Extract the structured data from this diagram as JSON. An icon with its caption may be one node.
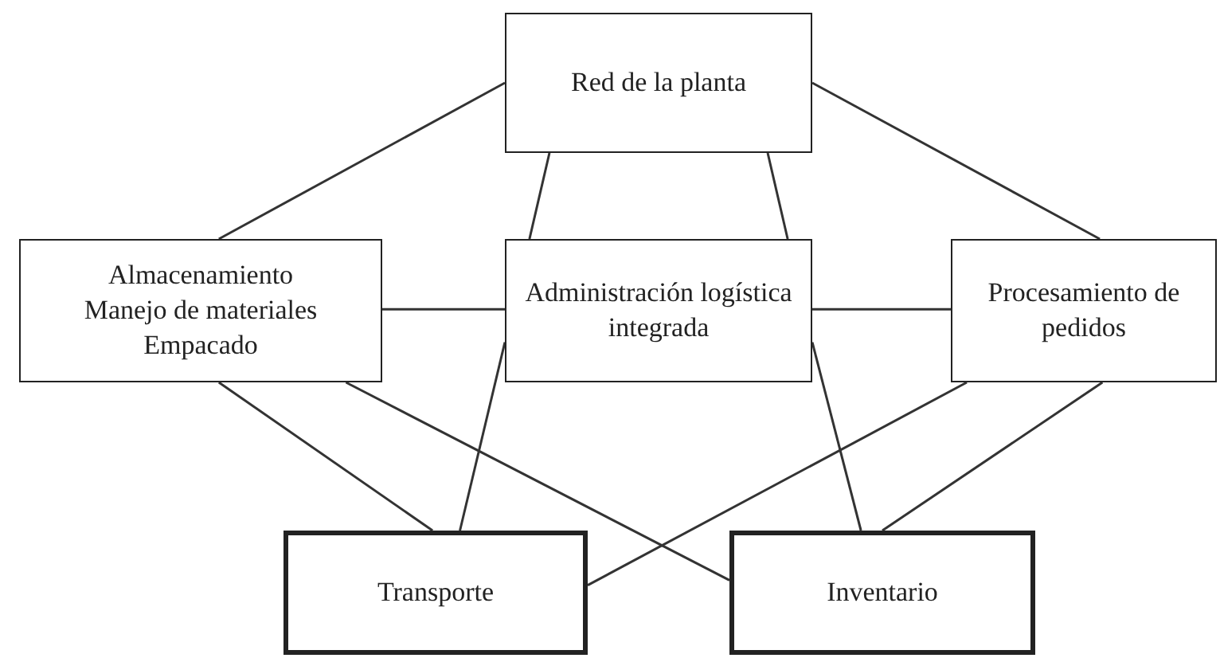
{
  "diagram": {
    "nodes": [
      {
        "text": [
          "Red de la planta"
        ]
      },
      {
        "text": [
          "Almacenamiento",
          "Manejo de materiales",
          "Empacado"
        ]
      },
      {
        "text": [
          "Administración logística integrada"
        ]
      },
      {
        "text": [
          "Procesamiento de pedidos"
        ]
      },
      {
        "text": [
          "Transporte"
        ]
      },
      {
        "text": [
          "Inventario"
        ]
      }
    ],
    "edges": [
      {
        "from": 0,
        "to": 1,
        "arrow": "none"
      },
      {
        "from": 0,
        "to": 3,
        "arrow": "none"
      },
      {
        "from": 0,
        "to": 2,
        "arrow": "none"
      },
      {
        "from": 0,
        "to": 2,
        "arrow": "none"
      },
      {
        "from": 1,
        "to": 2,
        "arrow": "none"
      },
      {
        "from": 2,
        "to": 3,
        "arrow": "none"
      },
      {
        "from": 2,
        "to": 4,
        "arrow": "none"
      },
      {
        "from": 2,
        "to": 5,
        "arrow": "none"
      },
      {
        "from": 1,
        "to": 4,
        "arrow": "none"
      },
      {
        "from": 1,
        "to": 5,
        "arrow": "none"
      },
      {
        "from": 3,
        "to": 4,
        "arrow": "none"
      },
      {
        "from": 3,
        "to": 5,
        "arrow": "none"
      }
    ]
  }
}
